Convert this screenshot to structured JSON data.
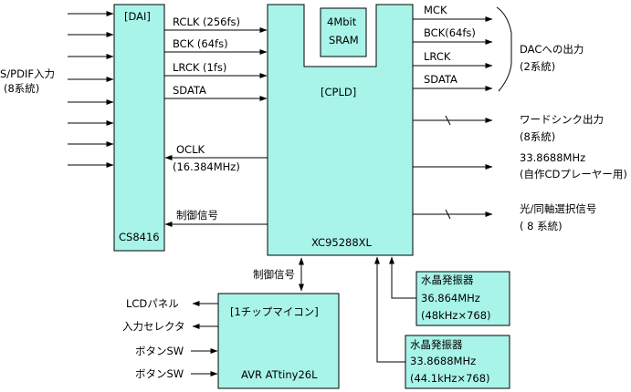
{
  "colors": {
    "block_fill": "#a8f4e8",
    "line": "#000000"
  },
  "dai": {
    "tag": "[DAI]",
    "part": "CS8416"
  },
  "cpld": {
    "tag": "[CPLD]",
    "part": "XC95288XL"
  },
  "sram": {
    "line1": "4Mbit",
    "line2": "SRAM"
  },
  "mcu": {
    "tag": "[1チップマイコン]",
    "part": "AVR ATtiny26L"
  },
  "dai_outputs": {
    "rclk": "RCLK (256fs)",
    "bck": "BCK (64fs)",
    "lrck": "LRCK (1fs)",
    "sdata": "SDATA"
  },
  "oclk": {
    "line1": "OCLK",
    "line2": "(16.384MHz)"
  },
  "control_label": "制御信号",
  "spdif": {
    "line1": "S/PDIF入力",
    "line2": "(8系統)"
  },
  "cpld_outputs": {
    "mck": "MCK",
    "bck": "BCK(64fs)",
    "lrck": "LRCK",
    "sdata": "SDATA"
  },
  "dac": {
    "line1": "DACへの出力",
    "line2": "(2系統)"
  },
  "word_sync": {
    "line1": "ワードシンク出力",
    "line2": "(8系統)"
  },
  "clock_out": {
    "line1": "33.8688MHz",
    "line2": "(自作CDプレーヤー用)"
  },
  "selector": {
    "line1": "光/同軸選択信号",
    "line2": "( 8 系統)"
  },
  "mcu_control_label": "制御信号",
  "crystal1": {
    "title": "水晶発振器",
    "freq": "36.864MHz",
    "ratio": "(48kHz×768)"
  },
  "crystal2": {
    "title": "水晶発振器",
    "freq": "33.8688MHz",
    "ratio": "(44.1kHz×768)"
  },
  "mcu_io": {
    "lcd": "LCDパネル",
    "input_selector": "入力セレクタ",
    "button1": "ボタンSW",
    "button2": "ボタンSW"
  }
}
